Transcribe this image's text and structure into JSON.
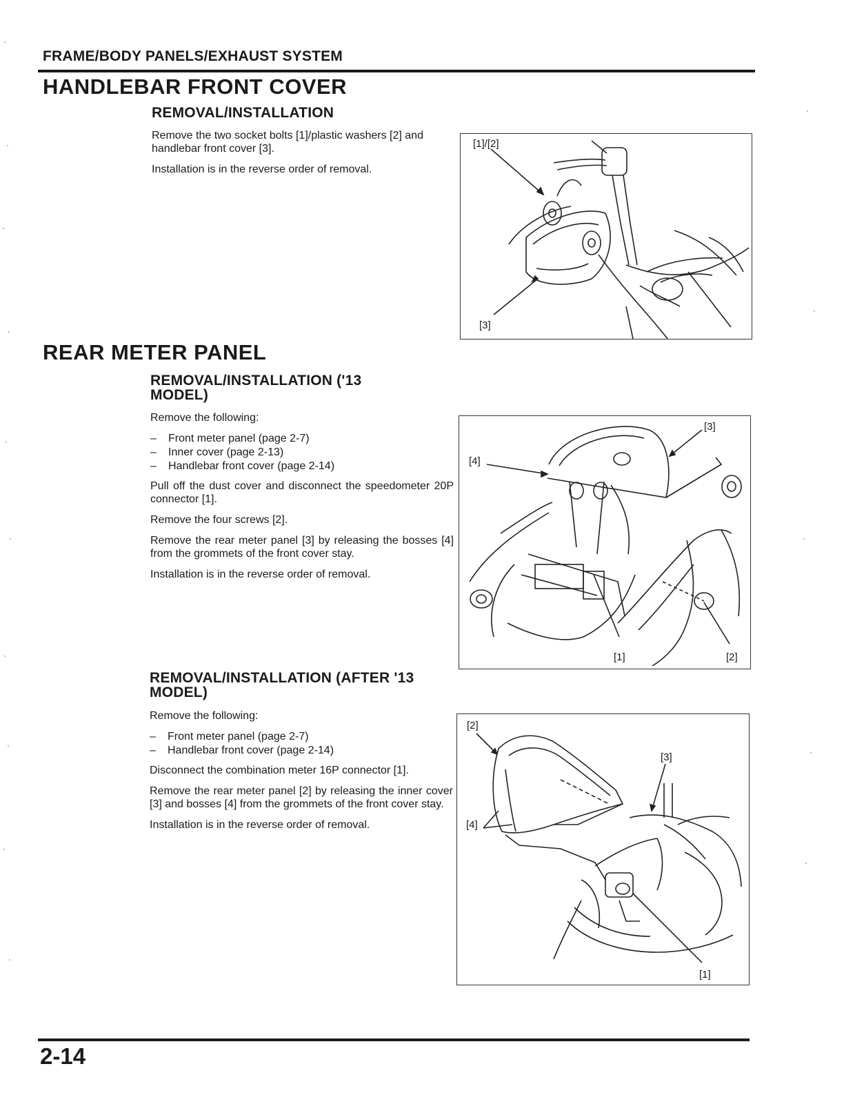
{
  "header": {
    "chapter": "FRAME/BODY PANELS/EXHAUST SYSTEM"
  },
  "sections": [
    {
      "title": "HANDLEBAR FRONT COVER",
      "subtitle": "REMOVAL/INSTALLATION",
      "paragraphs": [
        "Remove the two socket bolts [1]/plastic washers [2] and handlebar front cover [3].",
        "Installation is in the reverse order of removal."
      ],
      "figure": {
        "callouts": [
          "[1]/[2]",
          "[3]"
        ]
      }
    },
    {
      "title": "REAR METER PANEL",
      "subsections": [
        {
          "subtitle_line1": "REMOVAL/INSTALLATION ('13",
          "subtitle_line2": "MODEL)",
          "intro": "Remove the following:",
          "list": [
            "Front meter panel (page 2-7)",
            "Inner cover (page 2-13)",
            "Handlebar front cover (page 2-14)"
          ],
          "paragraphs": [
            "Pull off the dust cover and disconnect the speedometer 20P connector [1].",
            "Remove the four screws [2].",
            "Remove the rear meter panel [3] by releasing the bosses [4] from the grommets of the front cover stay.",
            "Installation is in the reverse order of removal."
          ],
          "figure": {
            "callouts": [
              "[3]",
              "[4]",
              "[1]",
              "[2]"
            ]
          }
        },
        {
          "subtitle_line1": "REMOVAL/INSTALLATION (AFTER '13",
          "subtitle_line2": "MODEL)",
          "intro": "Remove the following:",
          "list": [
            "Front meter panel (page 2-7)",
            "Handlebar front cover (page 2-14)"
          ],
          "paragraphs": [
            "Disconnect the combination meter 16P connector [1].",
            "Remove the rear meter panel [2] by releasing the inner cover [3] and bosses [4] from the grommets of the front cover stay.",
            "Installation is in the reverse order of removal."
          ],
          "figure": {
            "callouts": [
              "[2]",
              "[3]",
              "[4]",
              "[1]"
            ]
          }
        }
      ]
    }
  ],
  "footer": {
    "page_number": "2-14"
  }
}
